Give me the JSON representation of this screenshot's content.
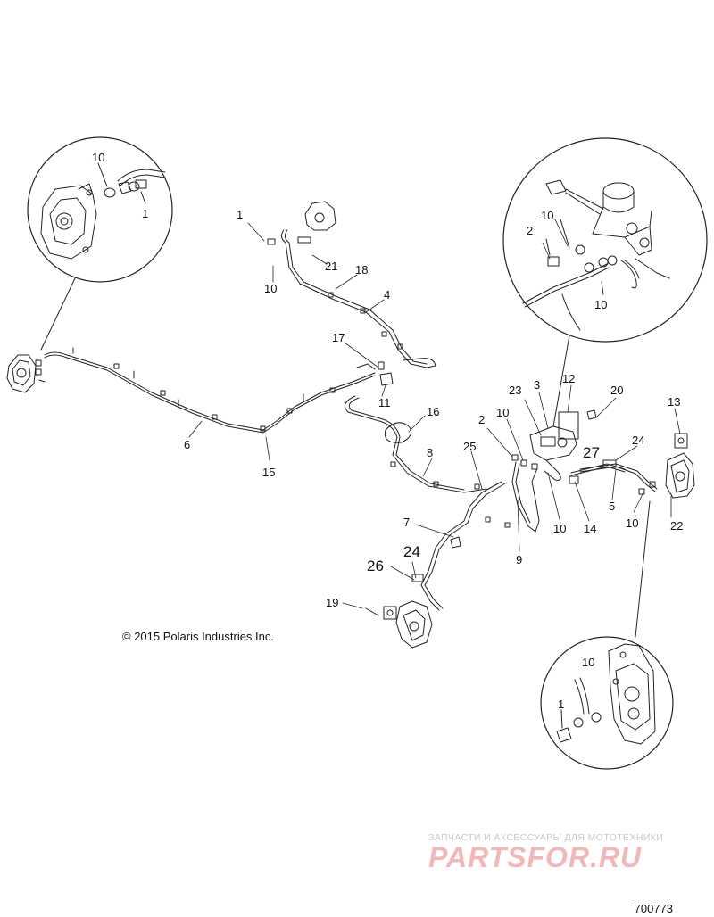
{
  "copyright": "© 2015 Polaris Industries Inc.",
  "drawing_number": "700773",
  "watermark": {
    "tagline": "ЗАПЧАСТИ И АКСЕССУАРЫ ДЛЯ МОТОТЕХНИКИ",
    "logo": "PARTSFOR.RU"
  },
  "callouts": {
    "c1": "10",
    "c2": "1",
    "c3": "1",
    "c4": "10",
    "c5": "21",
    "c6": "18",
    "c7": "4",
    "c8": "17",
    "c9": "11",
    "c10": "6",
    "c11": "15",
    "c12": "16",
    "c13": "8",
    "c14": "2",
    "c15": "10",
    "c16": "10",
    "c17": "2",
    "c18": "10",
    "c19": "23",
    "c20": "3",
    "c21": "12",
    "c22": "20",
    "c23": "13",
    "c24": "27",
    "c25": "24",
    "c26": "25",
    "c27": "7",
    "c28": "9",
    "c29": "10",
    "c30": "14",
    "c31": "5",
    "c32": "10",
    "c33": "22",
    "c34": "24",
    "c35": "26",
    "c36": "19",
    "c37": "10",
    "c38": "1"
  }
}
